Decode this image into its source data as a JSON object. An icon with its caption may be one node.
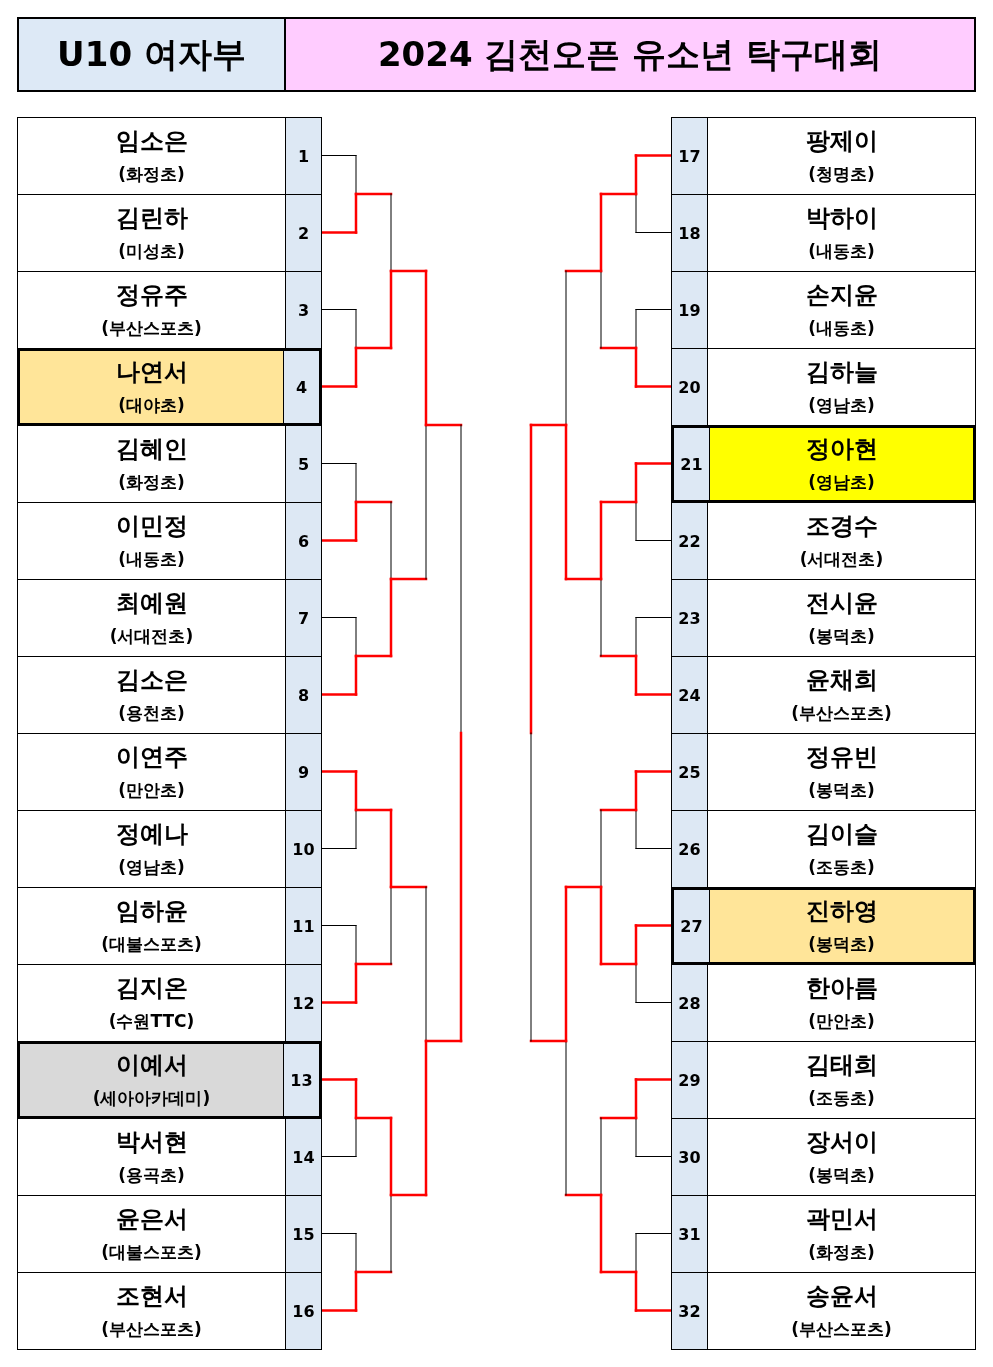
{
  "diagram": {
    "title": "2024 김천오픈 유소년 탁구대회",
    "labels": [
      "U10 여자부"
    ],
    "nodes": [
      {
        "text": [
          "임소은",
          "(화정초)",
          "1"
        ]
      },
      {
        "text": [
          "김린하",
          "(미성초)",
          "2"
        ]
      },
      {
        "text": [
          "정유주",
          "(부산스포츠)",
          "3"
        ]
      },
      {
        "text": [
          "나연서",
          "(대야초)",
          "4"
        ]
      },
      {
        "text": [
          "김혜인",
          "(화정초)",
          "5"
        ]
      },
      {
        "text": [
          "이민정",
          "(내동초)",
          "6"
        ]
      },
      {
        "text": [
          "최예원",
          "(서대전초)",
          "7"
        ]
      },
      {
        "text": [
          "김소은",
          "(용천초)",
          "8"
        ]
      },
      {
        "text": [
          "이연주",
          "(만안초)",
          "9"
        ]
      },
      {
        "text": [
          "정예나",
          "(영남초)",
          "10"
        ]
      },
      {
        "text": [
          "임하윤",
          "(대불스포츠)",
          "11"
        ]
      },
      {
        "text": [
          "김지온",
          "(수원TTC)",
          "12"
        ]
      },
      {
        "text": [
          "이예서",
          "(세아아카데미)",
          "13"
        ]
      },
      {
        "text": [
          "박서현",
          "(용곡초)",
          "14"
        ]
      },
      {
        "text": [
          "윤은서",
          "(대불스포츠)",
          "15"
        ]
      },
      {
        "text": [
          "조현서",
          "(부산스포츠)",
          "16"
        ]
      },
      {
        "text": [
          "팡제이",
          "(청명초)",
          "17"
        ]
      },
      {
        "text": [
          "박하이",
          "(내동초)",
          "18"
        ]
      },
      {
        "text": [
          "손지윤",
          "(내동초)",
          "19"
        ]
      },
      {
        "text": [
          "김하늘",
          "(영남초)",
          "20"
        ]
      },
      {
        "text": [
          "정아현",
          "(영남초)",
          "21"
        ]
      },
      {
        "text": [
          "조경수",
          "(서대전초)",
          "22"
        ]
      },
      {
        "text": [
          "전시윤",
          "(봉덕초)",
          "23"
        ]
      },
      {
        "text": [
          "윤채희",
          "(부산스포츠)",
          "24"
        ]
      },
      {
        "text": [
          "정유빈",
          "(봉덕초)",
          "25"
        ]
      },
      {
        "text": [
          "김이슬",
          "(조동초)",
          "26"
        ]
      },
      {
        "text": [
          "진하영",
          "(봉덕초)",
          "27"
        ]
      },
      {
        "text": [
          "한아름",
          "(만안초)",
          "28"
        ]
      },
      {
        "text": [
          "김태희",
          "(조동초)",
          "29"
        ]
      },
      {
        "text": [
          "장서이",
          "(봉덕초)",
          "30"
        ]
      },
      {
        "text": [
          "곽민서",
          "(화정초)",
          "31"
        ]
      },
      {
        "text": [
          "송윤서",
          "(부산스포츠)",
          "32"
        ]
      }
    ]
  }
}
